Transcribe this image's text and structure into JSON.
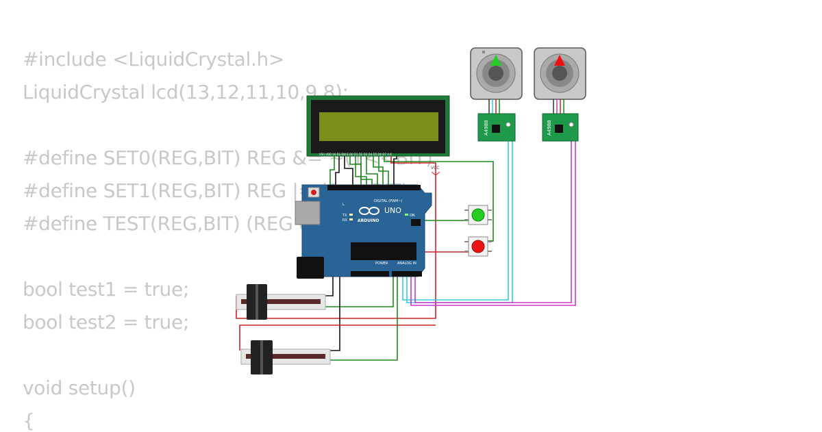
{
  "code": {
    "lines": [
      "#include <LiquidCrystal.h>",
      "LiquidCrystal lcd(13,12,11,10,9,8);",
      "",
      "#define SET0(REG,BIT) REG &= ~(1<<BIT)",
      "#define SET1(REG,BIT) REG |= (1<<BIT)",
      "#define TEST(REG,BIT) (REG & (1<<BIT))",
      "",
      "bool test1 = true;",
      "bool test2 = true;",
      "",
      "void setup()",
      "{"
    ]
  },
  "circuit": {
    "lcd": {
      "pin_labels": "VSS VDD V0 RS RW E D0 D1 D2 D3 D4 D5 D6 D7 A K"
    },
    "arduino": {
      "logo_text": "ARDUINO",
      "model": "UNO",
      "digital_label": "DIGITAL (PWM~)",
      "analog_label": "ANALOG IN",
      "power_label": "POWER",
      "on_label": "ON",
      "tx_label": "TX",
      "rx_label": "RX",
      "l_label": "L"
    },
    "vcc_label": "VCC",
    "driver_left": {
      "chip_label": "A4988"
    },
    "driver_right": {
      "chip_label": "A4988"
    },
    "stepper_left": {
      "indicator_color": "#22cc22"
    },
    "stepper_right": {
      "indicator_color": "#ee1111"
    },
    "button_green": {
      "color": "#22cc22"
    },
    "button_red": {
      "color": "#ee1111"
    },
    "colors": {
      "wire_green": "#1a8a1a",
      "wire_red": "#cc2222",
      "wire_black": "#111111",
      "wire_cyan": "#33ccdd",
      "wire_magenta": "#cc33cc",
      "board_blue": "#2a6496",
      "lcd_green": "#1e7a3a",
      "lcd_screen": "#7d8f1a"
    }
  }
}
